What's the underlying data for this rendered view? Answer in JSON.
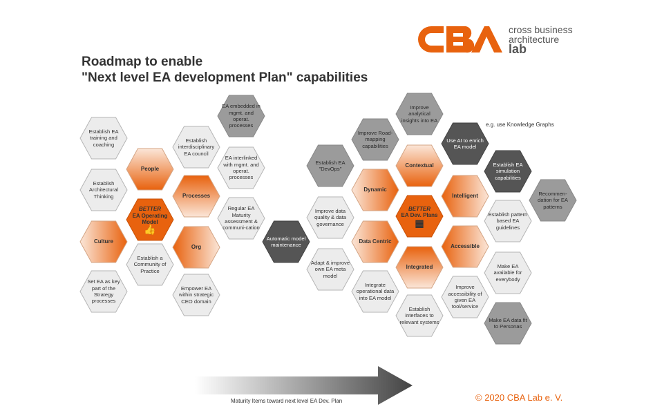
{
  "title_line1": "Roadmap to enable",
  "title_line2": "\"Next level EA development Plan\" capabilities",
  "logo": {
    "mark": "CBA",
    "line1": "cross business",
    "line2": "architecture",
    "line3": "lab"
  },
  "colors": {
    "orange": "#e8620e",
    "light": "#ebebeb",
    "mid": "#9b9b9b",
    "dark": "#555555"
  },
  "left_cluster": {
    "center": {
      "emphasis": "BETTER",
      "label": "EA Operating Model",
      "icon": "thumbs-up-icon"
    },
    "dimensions": [
      "People",
      "Processes",
      "Org",
      "Culture"
    ],
    "items": [
      "Establish EA training and coaching",
      "Establish Architectural Thinking",
      "Set EA as key part of the Strategy processes",
      "Establish a Community of Practice",
      "Establish interdisciplinary EA council",
      "Empower EA within strategic CEO domain",
      "EA embedded in mgmt. and operat. processes",
      "EA interlinked with mgmt. and operat. processes",
      "Regular EA Maturity assessment & communi-cation",
      "Automatic model maintenance"
    ]
  },
  "right_cluster": {
    "center": {
      "emphasis": "BETTER",
      "label": "EA Dev. Plans",
      "icon": "stacked-blocks-icon"
    },
    "dimensions": [
      "Contextual",
      "Dynamic",
      "Data Centric",
      "Integrated",
      "Intelligent",
      "Accessible"
    ],
    "items": [
      "Establish EA \"DevOps\"",
      "Improve data quality & data governance",
      "Adapt & improve own EA meta model",
      "Improve Road-mapping capabilities",
      "Integrate operational data into EA model",
      "Improve analytical insights into EA",
      "Establish interfaces to relevant systems",
      "Use AI to enrich EA model",
      "Improve accessibility of given EA tool/service",
      "Establish EA simulation capabilities",
      "Establish pattern based EA guidelines",
      "Make EA available for everybody",
      "Make EA data fit to Personas",
      "Recommen-dation for EA patterns"
    ],
    "note": "e.g. use Knowledge Graphs"
  },
  "arrow_caption": "Maturity Items toward next level EA Dev. Plan",
  "copyright": "© 2020 CBA Lab e. V."
}
